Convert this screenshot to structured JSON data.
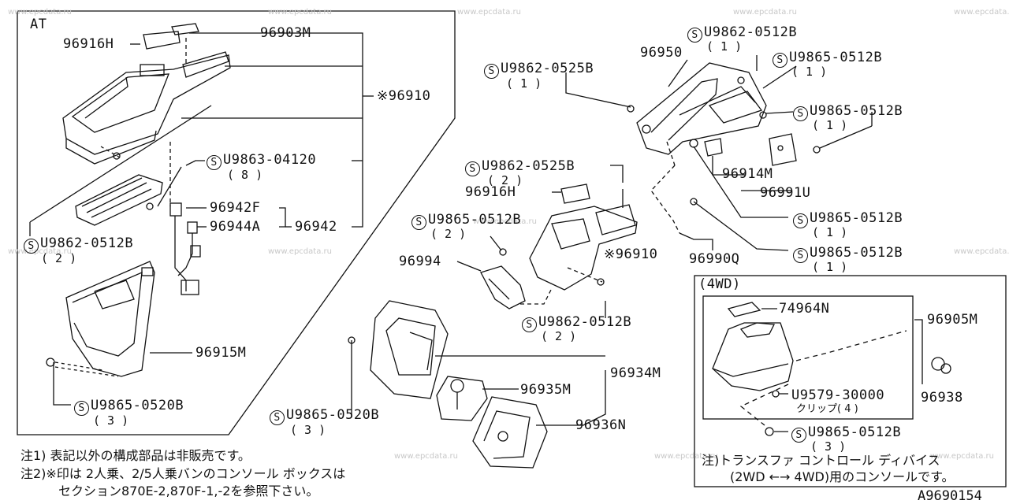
{
  "watermark": "www.epcdata.ru",
  "at_section": {
    "title": "AT"
  },
  "fwd_section": {
    "title": "(4WD)"
  },
  "labels": {
    "p96916H_a": "96916H",
    "p96903M": "96903M",
    "p96910_a": "※96910",
    "u9863_04120": "U9863-04120",
    "u9863_qty": "( 8 )",
    "p96942F": "96942F",
    "p96944A": "96944A",
    "p96942": "96942",
    "u9862_0512B_a": "U9862-0512B",
    "u9862_0512B_a_qty": "( 2 )",
    "p96915M": "96915M",
    "u9865_0520B_a": "U9865-0520B",
    "u9865_0520B_a_qty": "( 3 )",
    "u9862_0525B_a": "U9862-0525B",
    "u9862_0525B_a_qty": "( 1 )",
    "p96950": "96950",
    "u9862_0512B_b": "U9862-0512B",
    "u9862_0512B_b_qty": "( 1 )",
    "u9865_0512B_a": "U9865-0512B",
    "u9865_0512B_a_qty": "( 1 )",
    "u9865_0512B_b": "U9865-0512B",
    "u9865_0512B_b_qty": "( 1 )",
    "p96914M": "96914M",
    "p96991U": "96991U",
    "u9862_0525B_b": "U9862-0525B",
    "u9862_0525B_b_qty": "( 2 )",
    "p96916H_b": "96916H",
    "u9865_0512B_c": "U9865-0512B",
    "u9865_0512B_c_qty": "( 2 )",
    "p96994": "96994",
    "p96910_b": "※96910",
    "u9865_0512B_d": "U9865-0512B",
    "u9865_0512B_d_qty": "( 1 )",
    "p96990Q": "96990Q",
    "u9865_0512B_e": "U9865-0512B",
    "u9865_0512B_e_qty": "( 1 )",
    "u9862_0512B_c": "U9862-0512B",
    "u9862_0512B_c_qty": "( 2 )",
    "p96934M": "96934M",
    "p96935M": "96935M",
    "p96936N": "96936N",
    "u9865_0520B_b": "U9865-0520B",
    "u9865_0520B_b_qty": "( 3 )",
    "p74964N": "74964N",
    "p96905M": "96905M",
    "p96938": "96938",
    "u9579_30000": "U9579-30000",
    "clip": "クリップ( 4 )",
    "u9865_0512B_f": "U9865-0512B",
    "u9865_0512B_f_qty": "( 3 )"
  },
  "symbol": "S",
  "notes": {
    "note1": "注1) 表記以外の構成部品は非販売です。",
    "note2a": "注2)※印は 2人乗、2/5人乗バンのコンソール ボックスは",
    "note2b": "セクション870E-2,870F-1,-2を参照下さい。",
    "note4wd_a": "注)トランスファ コントロール ディバイス",
    "note4wd_b": "(2WD ←→ 4WD)用のコンソールです。"
  },
  "diagram_code": "A9690154"
}
